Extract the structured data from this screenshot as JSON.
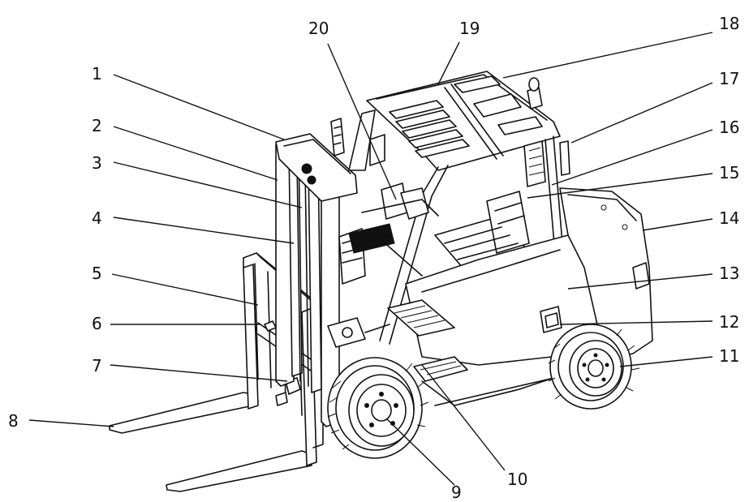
{
  "diagram": {
    "labels": [
      {
        "id": "1",
        "text": "1"
      },
      {
        "id": "2",
        "text": "2"
      },
      {
        "id": "3",
        "text": "3"
      },
      {
        "id": "4",
        "text": "4"
      },
      {
        "id": "5",
        "text": "5"
      },
      {
        "id": "6",
        "text": "6"
      },
      {
        "id": "7",
        "text": "7"
      },
      {
        "id": "8",
        "text": "8"
      },
      {
        "id": "9",
        "text": "9"
      },
      {
        "id": "10",
        "text": "10"
      },
      {
        "id": "11",
        "text": "11"
      },
      {
        "id": "12",
        "text": "12"
      },
      {
        "id": "13",
        "text": "13"
      },
      {
        "id": "14",
        "text": "14"
      },
      {
        "id": "15",
        "text": "15"
      },
      {
        "id": "16",
        "text": "16"
      },
      {
        "id": "17",
        "text": "17"
      },
      {
        "id": "18",
        "text": "18"
      },
      {
        "id": "19",
        "text": "19"
      },
      {
        "id": "20",
        "text": "20"
      }
    ],
    "colors": {
      "line": "#111111",
      "background": "#ffffff"
    }
  }
}
